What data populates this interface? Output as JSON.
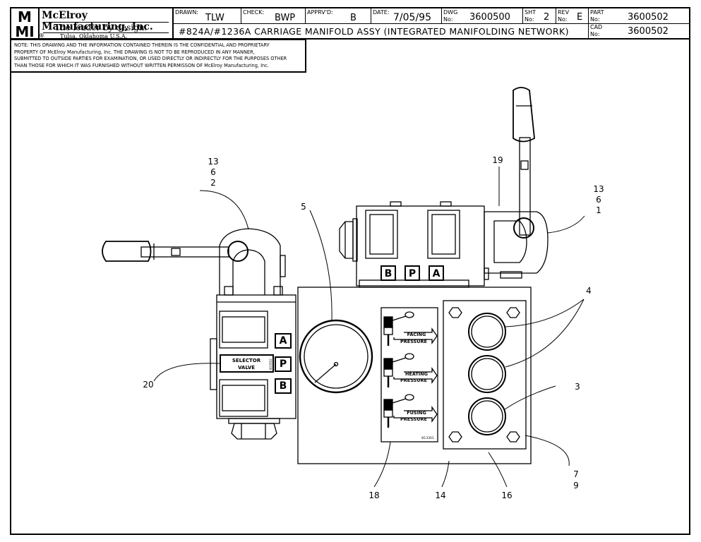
{
  "company": {
    "logo_text": "MMI",
    "name": "McElroy Manufacturing, Inc.",
    "tagline": "The leader by design.",
    "location": "Tulsa, Oklahoma U.S.A.",
    "registered": "®"
  },
  "title_block": {
    "drawn_label": "DRAWN:",
    "drawn_value": "TLW",
    "check_label": "CHECK:",
    "check_value": "BWP",
    "apprvd_label": "APPRV'D:",
    "apprvd_value": "B",
    "date_label": "DATE:",
    "date_value": "7/05/95",
    "dwg_label_1": "DWG",
    "dwg_label_2": "No:",
    "dwg_value": "3600500",
    "sht_label_1": "SHT",
    "sht_label_2": "No:",
    "sht_value": "2",
    "rev_label_1": "REV",
    "rev_label_2": "No:",
    "rev_value": "E",
    "part_label_1": "PART",
    "part_label_2": "No:",
    "part_value": "3600502",
    "cad_label_1": "CAD",
    "cad_label_2": "No:",
    "cad_value": "3600502",
    "description": "#824A/#1236A CARRIAGE MANIFOLD ASSY (INTEGRATED MANIFOLDING NETWORK)"
  },
  "notice": [
    "NOTE: THIS DRAWING AND THE INFORMATION CONTAINED THEREIN IS THE CONFIDENTIAL AND PROPRIETARY",
    "PROPERTY OF McElroy Manufacturing, Inc. THE DRAWING IS NOT TO BE REPRODUCED IN ANY MANNER,",
    "SUBMITTED TO OUTSIDE PARTIES FOR EXAMINATION, OR USED DIRECTLY OR INDIRECTLY FOR THE PURPOSES OTHER",
    "THAN THOSE FOR WHICH IT WAS FURNISHED WITHOUT WRITTEN PERMISSON OF McElroy Manufacturing, Inc."
  ],
  "drawing": {
    "valve_left_ports": [
      "A",
      "P",
      "B"
    ],
    "valve_top_ports": [
      "B",
      "P",
      "A"
    ],
    "selector_label_1": "SELECTOR",
    "selector_label_2": "VALVE",
    "selector_part": "B13502",
    "decal_lines": [
      [
        "FACING",
        "PRESSURE"
      ],
      [
        "HEATING",
        "PRESSURE"
      ],
      [
        "FUSING",
        "PRESSURE"
      ]
    ],
    "decal_part": "B13301"
  },
  "callouts": {
    "c_13_6_2": [
      "13",
      "6",
      "2"
    ],
    "c_13_6_1": [
      "13",
      "6",
      "1"
    ],
    "c_19": "19",
    "c_5": "5",
    "c_4": "4",
    "c_3": "3",
    "c_20": "20",
    "c_7_9": [
      "7",
      "9"
    ],
    "c_18": "18",
    "c_14": "14",
    "c_16": "16"
  }
}
